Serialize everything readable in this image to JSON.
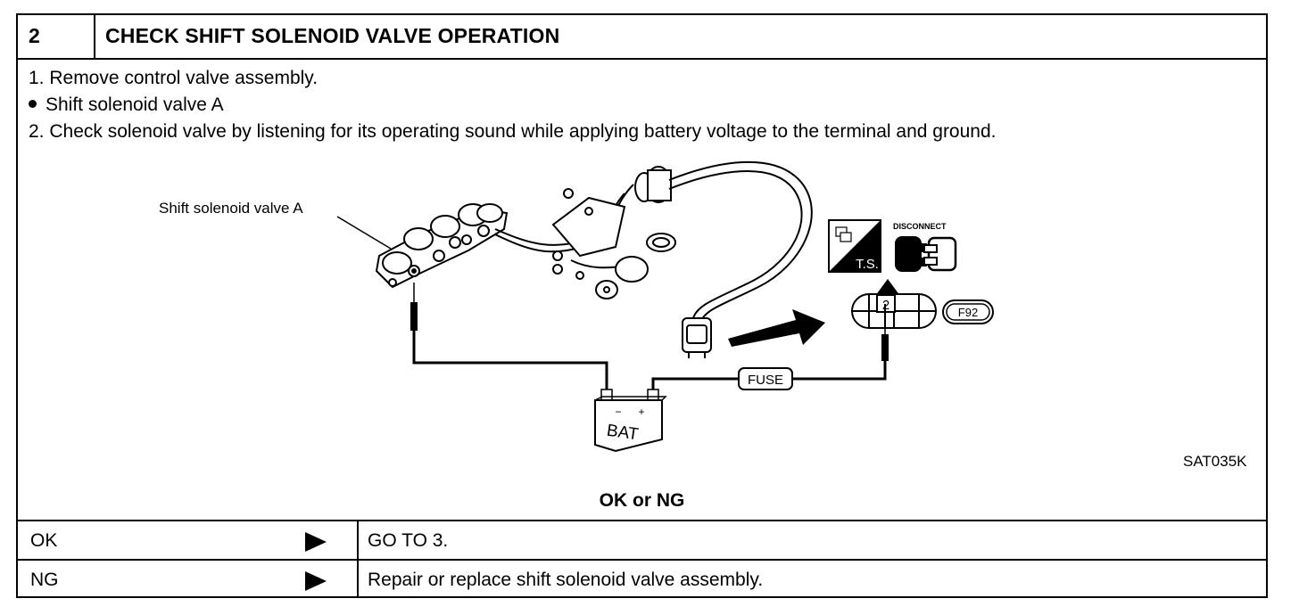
{
  "header": {
    "step_number": "2",
    "title": "CHECK SHIFT SOLENOID VALVE OPERATION"
  },
  "instructions": [
    "1.  Remove control valve assembly.",
    "Shift solenoid valve A",
    "2.  Check solenoid valve by listening for its operating sound while applying battery voltage to the terminal and ground."
  ],
  "diagram": {
    "callout": "Shift solenoid valve A",
    "fuse_label": "FUSE",
    "battery_label": "BAT",
    "connector_pin": "2",
    "connector_code": "F92",
    "disconnect_label": "DISCONNECT",
    "ts_label": "T.S.",
    "figure_id": "SAT035K"
  },
  "judgement": "OK or NG",
  "results": [
    {
      "label": "OK",
      "action": "GO TO 3."
    },
    {
      "label": "NG",
      "action": "Repair or replace shift solenoid valve assembly."
    }
  ]
}
